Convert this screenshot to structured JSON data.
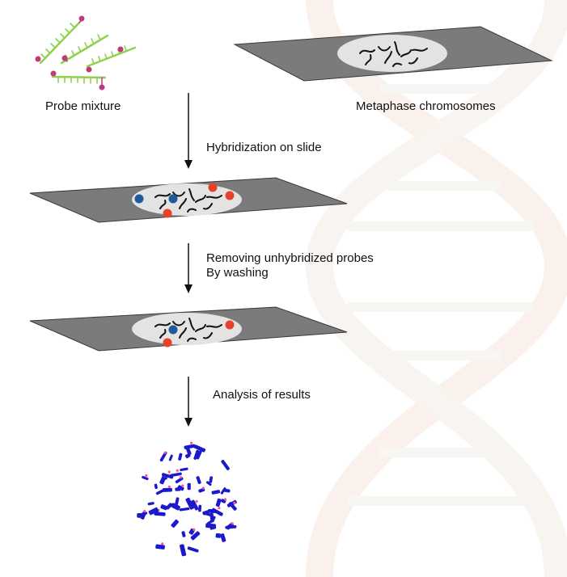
{
  "labels": {
    "probe_mixture": "Probe mixture",
    "metaphase_chromosomes": "Metaphase chromosomes",
    "step1": "Hybridization on slide",
    "step2_line1": "Removing unhybridized probes",
    "step2_line2": "By washing",
    "step3": "Analysis of results"
  },
  "colors": {
    "slide_fill": "#7b7b7b",
    "slide_stroke": "#3a3a3a",
    "spread_fill": "#e3e3e3",
    "chromosome_stroke": "#111111",
    "probe_backbone": "#8fd14f",
    "probe_tip": "#c0397a",
    "probe_red": "#e8412a",
    "probe_blue": "#1f5a9a",
    "arrow": "#111111",
    "karyotype_blue": "#1a1acc",
    "karyotype_pink": "#ff4da6",
    "dna_watermark": "#f6e6dd"
  },
  "icons": {
    "probe_mixture": "probe-strands-icon",
    "arrow": "down-arrow-icon",
    "karyotype": "fish-karyotype-icon"
  }
}
